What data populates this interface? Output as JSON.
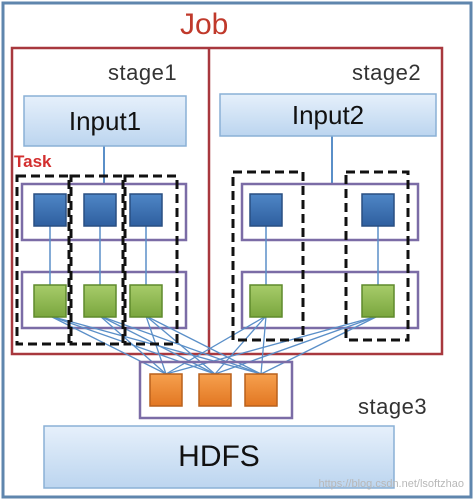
{
  "diagram": {
    "title": "Job",
    "task_label": "Task",
    "stages": [
      {
        "label": "stage1",
        "input": "Input1"
      },
      {
        "label": "stage2",
        "input": "Input2"
      },
      {
        "label": "stage3"
      }
    ],
    "storage": "HDFS",
    "watermark": "https://blog.csdn.net/lsoftzhao",
    "colors": {
      "job_border": "#a8383e",
      "outer_border": "#5f86ad",
      "group_border": "#7b6ca6",
      "task_border": "#111111",
      "map_block": "#3a6fb0",
      "map_block_border": "#294f82",
      "reduce_block": "#8fba4f",
      "reduce_block_border": "#5f8a2c",
      "final_block": "#f08a30",
      "final_block_border": "#b9601c",
      "box_fill": "#d3e4f6",
      "box_border": "#8ab0d6",
      "edge": "#5a8fc8"
    }
  }
}
